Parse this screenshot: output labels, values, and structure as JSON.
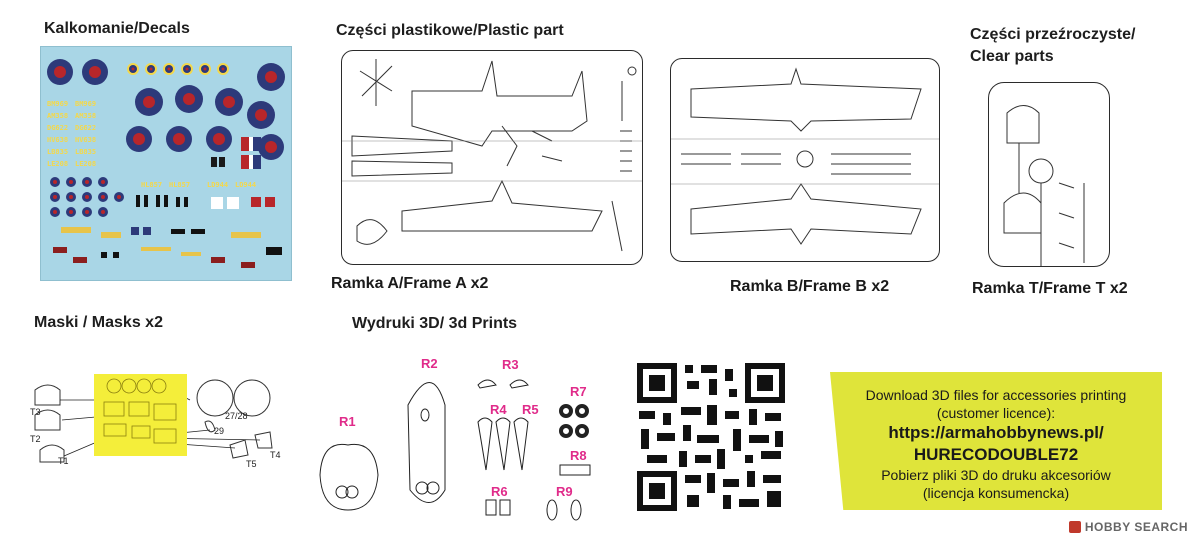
{
  "sections": {
    "decals_title": "Kalkomanie/Decals",
    "plastic_title": "Części plastikowe/Plastic part",
    "clear_title_line1": "Części przeźroczyste/",
    "clear_title_line2": "Clear parts",
    "masks_title": "Maski / Masks  x2",
    "prints_title": "Wydruki 3D/ 3d Prints"
  },
  "frames": {
    "frame_a": "Ramka A/Frame A x2",
    "frame_b": "Ramka B/Frame B x2",
    "frame_t": "Ramka T/Frame T x2"
  },
  "decal_codes": [
    "BM969",
    "AM358",
    "DG622",
    "HV638",
    "LB835",
    "LE208",
    "HL857",
    "LD944"
  ],
  "mask_labels": [
    "T3",
    "T2",
    "T1",
    "27/28",
    "29",
    "T5",
    "T4"
  ],
  "print_parts": [
    "R1",
    "R2",
    "R3",
    "R4",
    "R5",
    "R6",
    "R7",
    "R8",
    "R9"
  ],
  "download": {
    "line1": "Download 3D files for accessories printing",
    "line2": "(customer licence):",
    "url": "https://armahobbynews.pl/",
    "code": "HURECODOUBLE72",
    "line5": "Pobierz pliki 3D do druku akcesoriów",
    "line6": "(licencja konsumencka)"
  },
  "watermark": "HOBBY SEARCH",
  "colors": {
    "decal_bg": "#a9d6e6",
    "mask_bg": "#f4ee3a",
    "download_bg": "#dfe43a",
    "part_label": "#e02b8a",
    "roundel_blue": "#2d3a7a",
    "roundel_red": "#b8262a"
  }
}
